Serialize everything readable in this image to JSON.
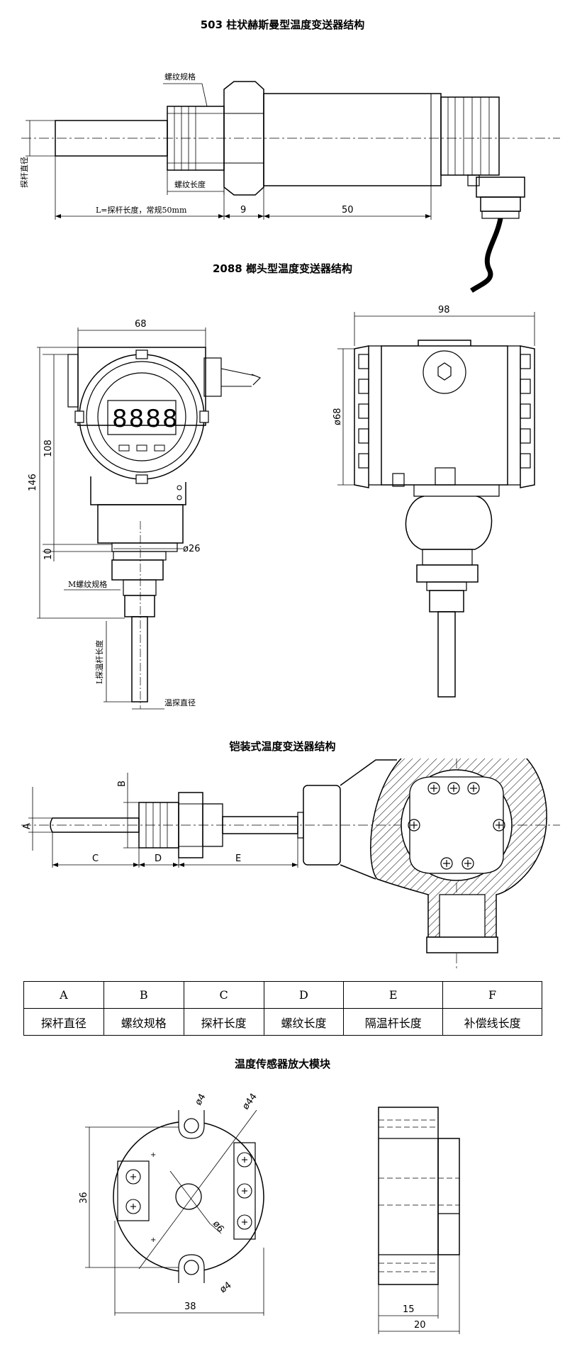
{
  "sections": [
    {
      "title": "503 柱状赫斯曼型温度变送器结构"
    },
    {
      "title": "2088 榔头型温度变送器结构"
    },
    {
      "title": "铠装式温度变送器结构"
    },
    {
      "title": "温度传感器放大模块"
    }
  ],
  "d503": {
    "thread_spec": "螺纹规格",
    "thread_length": "螺纹长度",
    "probe_diameter": "探杆直径",
    "probe_length": "L=探杆长度，常规50mm",
    "dim_9": "9",
    "dim_50": "50"
  },
  "d2088": {
    "width_68": "68",
    "height_108": "108",
    "height_146": "146",
    "height_10": "10",
    "dia_26": "ø26",
    "m_thread": "M螺纹规格",
    "l_probe": "L探温杆长度",
    "probe_dia": "温探直径",
    "width_98": "98",
    "dia_68": "ø68"
  },
  "armored": {
    "A": "A",
    "B": "B",
    "C": "C",
    "D": "D",
    "E": "E"
  },
  "spec_table": {
    "headers": [
      "A",
      "B",
      "C",
      "D",
      "E",
      "F"
    ],
    "values": [
      "探杆直径",
      "螺纹规格",
      "探杆长度",
      "螺纹长度",
      "隔温杆长度",
      "补偿线长度"
    ]
  },
  "module": {
    "d4_top": "ø4",
    "d44": "ø44",
    "d6": "ø6",
    "d4_bottom": "ø4",
    "h36": "36",
    "w38": "38",
    "w15": "15",
    "w20": "20"
  }
}
